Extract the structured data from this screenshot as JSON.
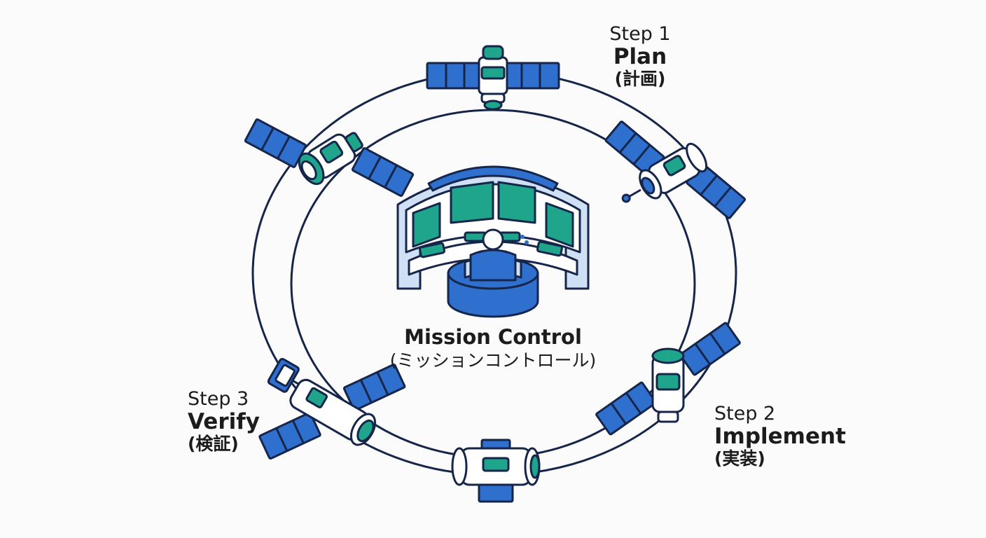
{
  "center": {
    "title": "Mission Control",
    "subtitle": "(ミッションコントロール)"
  },
  "steps": [
    {
      "step": "Step 1",
      "name": "Plan",
      "jp": "(計画)"
    },
    {
      "step": "Step 2",
      "name": "Implement",
      "jp": "(実装)"
    },
    {
      "step": "Step 3",
      "name": "Verify",
      "jp": "(検証)"
    }
  ],
  "colors": {
    "outline": "#16254a",
    "panel_blue": "#2f6fce",
    "teal": "#1fa58c",
    "teal_light": "#3fb89c",
    "light_blue": "#cfe0f5",
    "background": "#fbfbfb"
  },
  "icons": [
    "satellite-icon",
    "mission-control-console-icon",
    "space-module-icon"
  ]
}
